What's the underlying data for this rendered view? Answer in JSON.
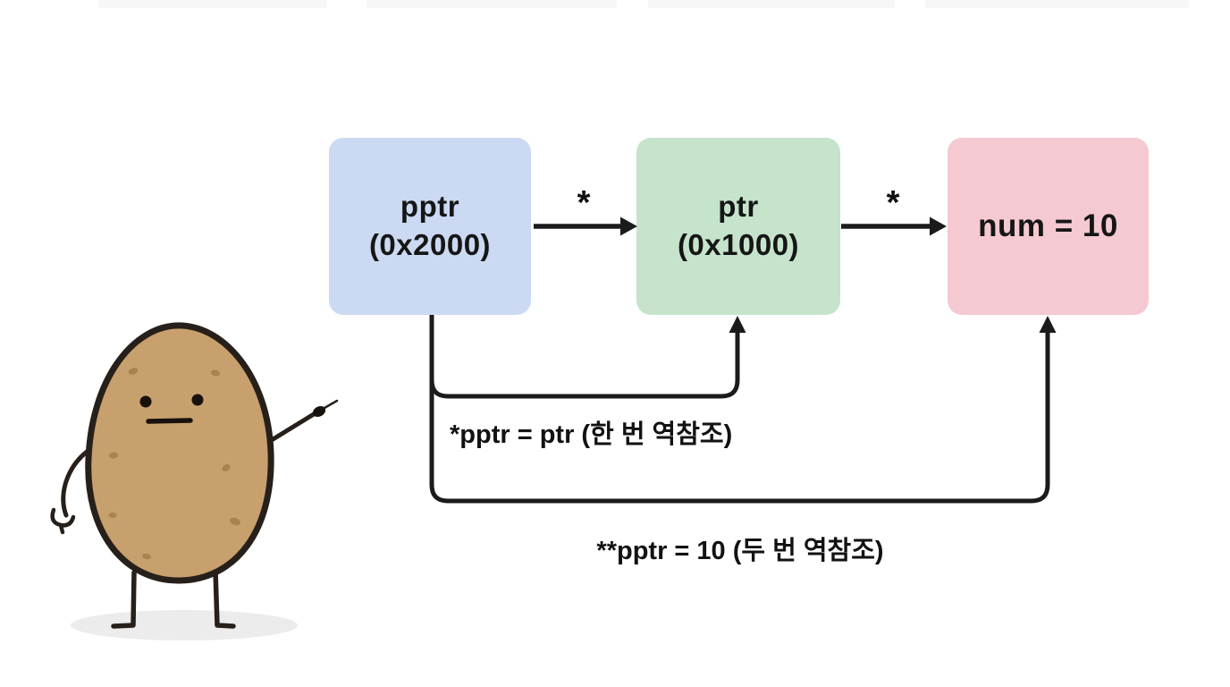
{
  "canvas": {
    "background": "#ffffff",
    "line_color": "#1b1b1b"
  },
  "boxes": [
    {
      "name": "pptr",
      "line1": "pptr",
      "line2": "(0x2000)",
      "color": "#ccd9f2"
    },
    {
      "name": "ptr",
      "line1": "ptr",
      "line2": "(0x1000)",
      "color": "#c5e4cb"
    },
    {
      "name": "num",
      "line1": "num = 10",
      "line2": "",
      "color": "#f5c9d1"
    }
  ],
  "arrow_labels": {
    "pptr_to_ptr": "*",
    "ptr_to_num": "*"
  },
  "annotations": {
    "single_dereference": "*pptr = ptr (한 번 역참조)",
    "double_dereference": "**pptr = 10 (두 번 역참조)"
  },
  "mascot": {
    "type": "potato-character",
    "body_color": "#c7a06d",
    "outline_color": "#27201a",
    "spot_color": "#a9824f",
    "shadow_color": "#ececec"
  }
}
